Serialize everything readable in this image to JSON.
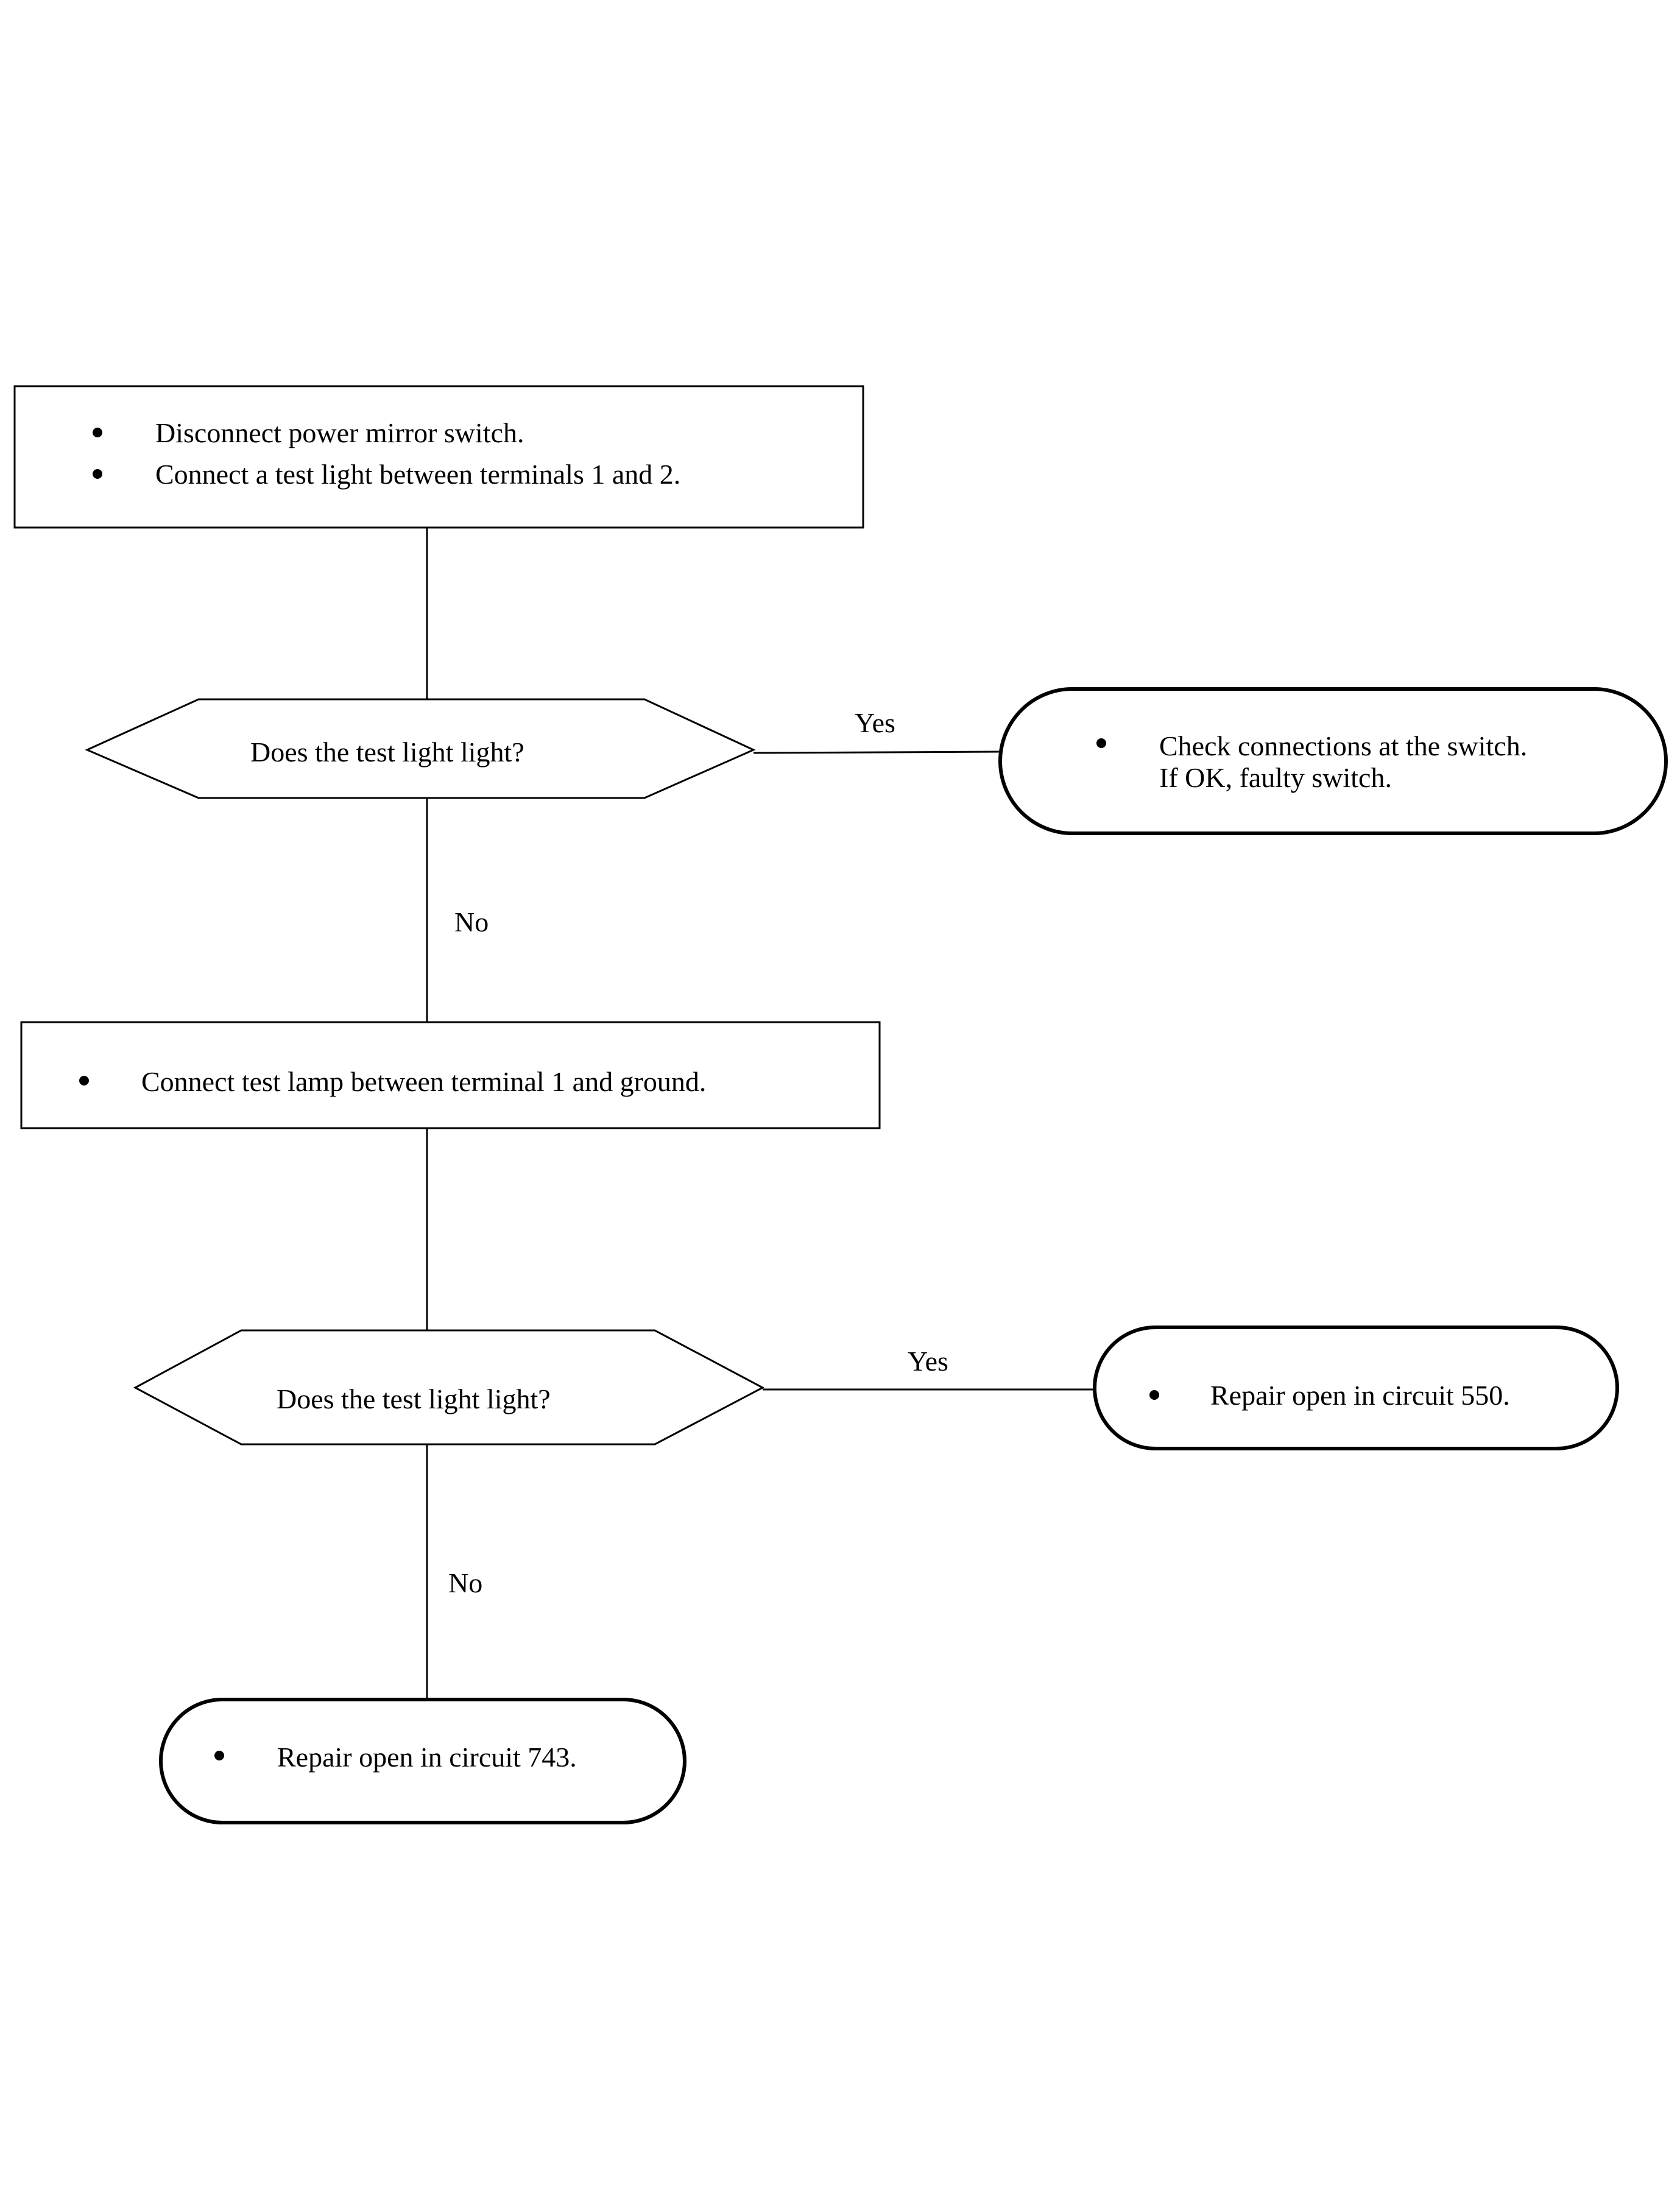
{
  "steps": {
    "step1": {
      "items": [
        "Disconnect power mirror switch.",
        "Connect a test light between terminals 1 and 2."
      ]
    },
    "decision1": {
      "question": "Does the test light light?"
    },
    "result1": {
      "line1": "Check connections at the switch.",
      "line2": "If OK, faulty switch."
    },
    "step2": {
      "items": [
        "Connect test lamp between terminal 1 and ground."
      ]
    },
    "decision2": {
      "question": "Does the test light light?"
    },
    "result2": {
      "text": "Repair open in circuit 550."
    },
    "result3": {
      "text": "Repair open in circuit 743."
    }
  },
  "branch_labels": {
    "yes": "Yes",
    "no": "No"
  }
}
